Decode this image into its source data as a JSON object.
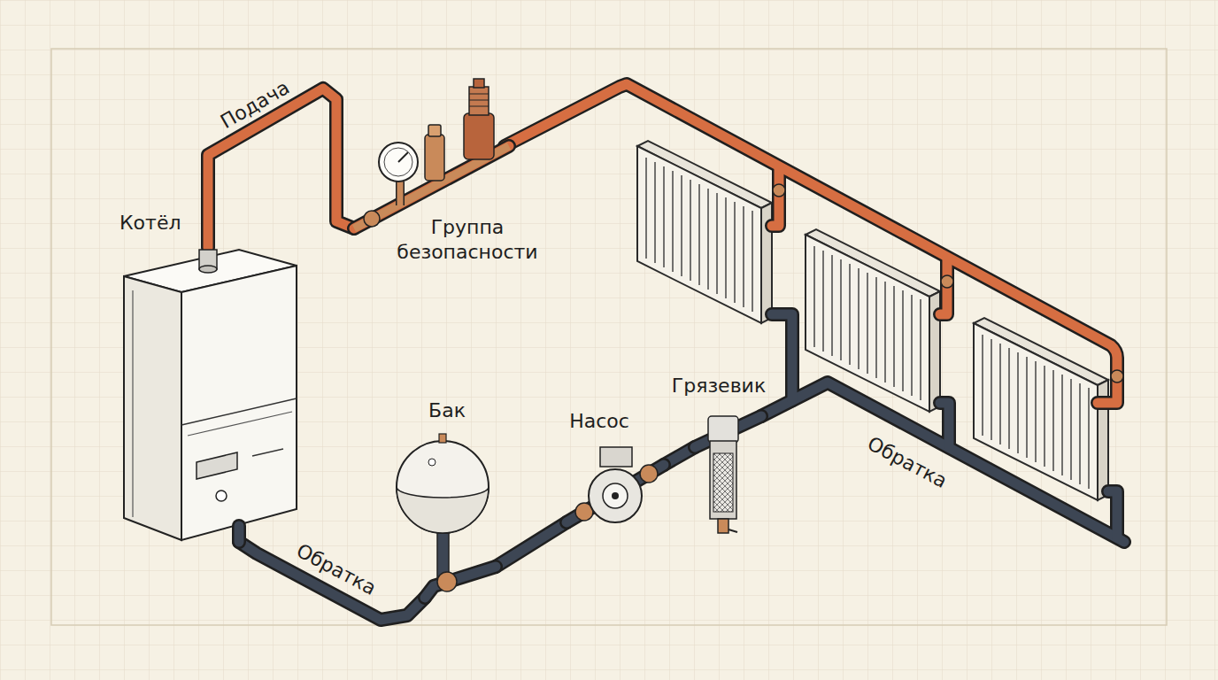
{
  "diagram": {
    "nodes": [
      {
        "text": [
          "Котёл"
        ]
      },
      {
        "text": [
          "Группа безопасности"
        ]
      },
      {
        "text": [
          "Бак"
        ]
      },
      {
        "text": [
          "Насос"
        ]
      },
      {
        "text": [
          "Грязевик"
        ]
      }
    ],
    "edges": [
      {
        "from": 0,
        "to": 1,
        "arrow": "none",
        "label": "Подача"
      },
      {
        "from": 4,
        "to": 3,
        "arrow": "none"
      },
      {
        "from": 3,
        "to": 2,
        "arrow": "none"
      },
      {
        "from": 2,
        "to": 0,
        "arrow": "none",
        "label": "Обратка"
      }
    ],
    "labels": [
      "Обратка"
    ]
  }
}
